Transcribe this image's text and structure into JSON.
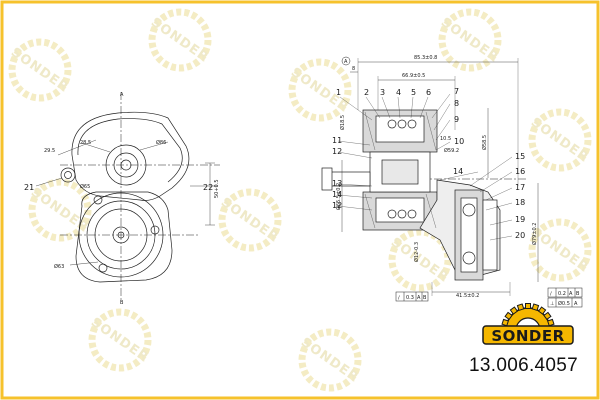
{
  "brand": {
    "name": "SONDER",
    "accent_color": "#f5b700",
    "frame_color": "#f6c22c",
    "watermark_text": "SONDER"
  },
  "part_number": "13.006.4057",
  "drawing": {
    "left_view": {
      "callouts": [
        "21",
        "22"
      ],
      "dimensions": [
        "29.5",
        "28.5",
        "Ø86",
        "Ø65",
        "Ø63",
        "50+0.5",
        "A",
        "B"
      ]
    },
    "section_view": {
      "callouts": [
        "1",
        "2",
        "3",
        "4",
        "5",
        "6",
        "7",
        "8",
        "9",
        "10",
        "11",
        "12",
        "13",
        "14",
        "12",
        "15",
        "16",
        "17",
        "18",
        "19",
        "20",
        "14"
      ],
      "dimensions": {
        "overall_width": "85.3±0.8",
        "inner_width": "66.9±0.5",
        "offset": "8",
        "datum": "A",
        "d1": "Ø18.5",
        "d2": "Ø58.5",
        "d3": "Ø59.2",
        "d4": "10.5",
        "d5": "Ø65.5±0.2",
        "d6": "Ø12-0.3",
        "d7": "Ø79±0.2",
        "bottom_width": "41.5±0.2"
      },
      "tolerance_frames": [
        {
          "symbol": "∕",
          "values": [
            "0.3",
            "A",
            "B"
          ]
        },
        {
          "symbol": "∕",
          "values": [
            "0.2",
            "A",
            "B"
          ]
        },
        {
          "symbol": "⊥",
          "values": [
            "Ø0.5",
            "A"
          ]
        }
      ]
    }
  }
}
